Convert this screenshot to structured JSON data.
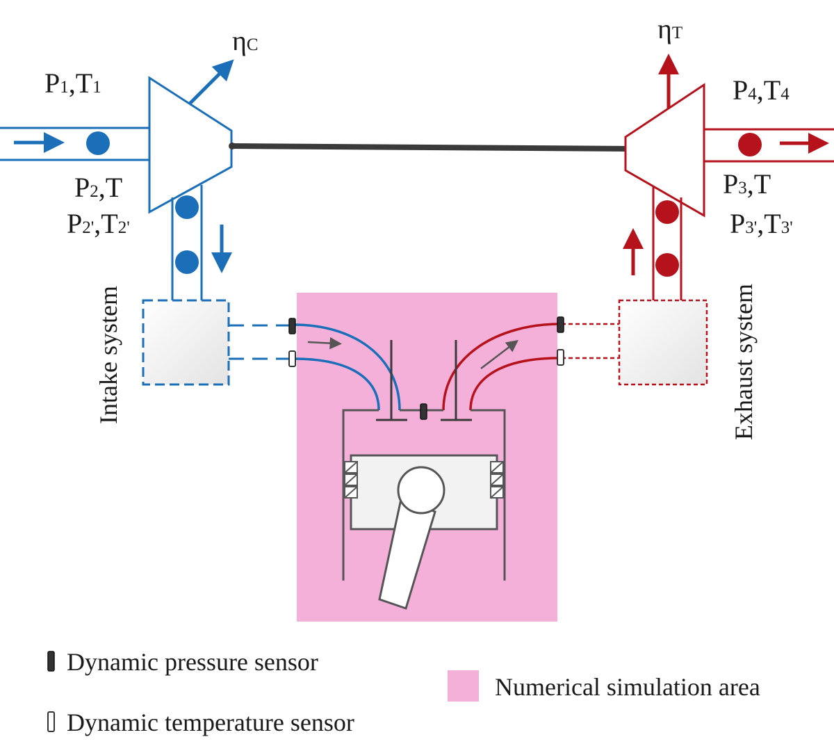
{
  "colors": {
    "intake": "#1a6fb8",
    "exhaust": "#b5121b",
    "simulation_area": "#f5b0da",
    "shaft": "#3a3a3a",
    "engine_line": "#555555"
  },
  "labels": {
    "eta_c": {
      "main": "η",
      "sub": "C"
    },
    "eta_t": {
      "main": "η",
      "sub": "T"
    },
    "p1t1": {
      "p": "P",
      "ps": "1",
      "sep": ",T",
      "ts": "1"
    },
    "p2t2": {
      "p": "P",
      "ps": "2",
      "sep": ",T"
    },
    "p2pt2p": {
      "p": "P",
      "ps": "2'",
      "sep": ",T",
      "ts": "2'"
    },
    "p4t4": {
      "p": "P",
      "ps": "4",
      "sep": ",T",
      "ts": "4"
    },
    "p3t3": {
      "p": "P",
      "ps": "3",
      "sep": ",T"
    },
    "p3pt3p": {
      "p": "P",
      "ps": "3'",
      "sep": ",T",
      "ts": "3'"
    },
    "intake_system": "Intake system",
    "exhaust_system": "Exhaust system"
  },
  "legend": {
    "pressure_sensor": "Dynamic pressure sensor",
    "temperature_sensor": "Dynamic temperature sensor",
    "simulation_area": "Numerical simulation area"
  }
}
